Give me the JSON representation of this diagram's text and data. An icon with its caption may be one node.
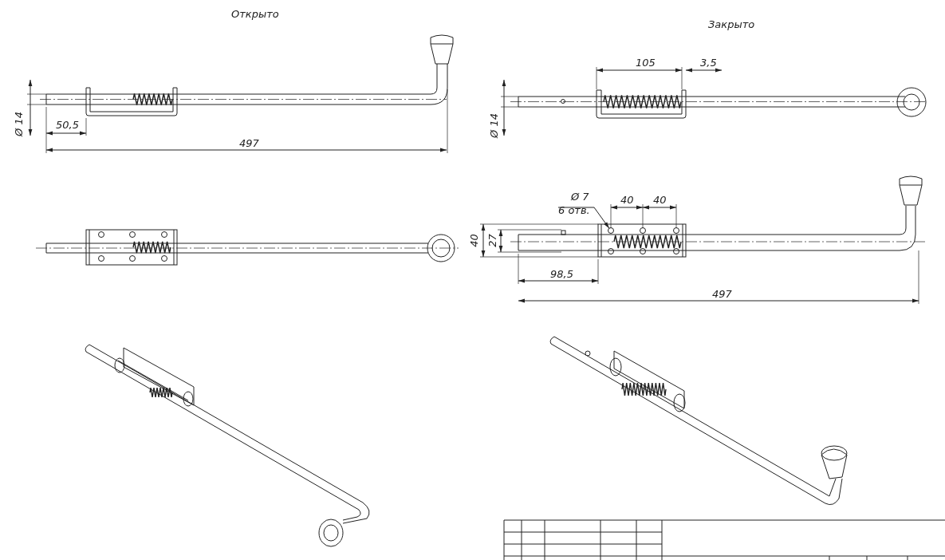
{
  "diagram": {
    "nodes": [
      {
        "text": [
          "Ø 7",
          "6 отв."
        ]
      },
      {
        "text": [],
        "shape": "circle"
      }
    ],
    "edges": [
      {
        "from": 0,
        "to": 1,
        "arrow": "to"
      }
    ],
    "labels": [
      "Открыто",
      "Закрыто",
      "105",
      "3,5",
      "Ø 14",
      "Ø 14",
      "50,5",
      "497",
      "40",
      "40",
      "40",
      "27",
      "98,5",
      "497"
    ]
  }
}
